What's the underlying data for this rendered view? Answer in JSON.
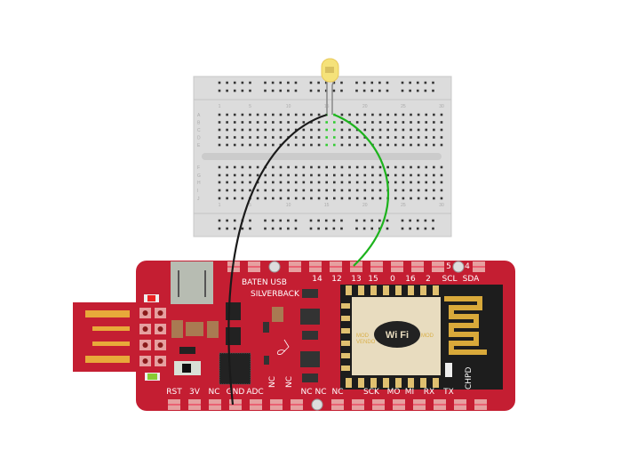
{
  "colors": {
    "board": "#c41e32",
    "breadboard": "#dcdcdc",
    "wire_gnd": "#1a1a1a",
    "wire_signal": "#1db31d",
    "led": "#f5e27a"
  },
  "breadboard": {
    "column_labels": [
      "1",
      "5",
      "10",
      "15",
      "20",
      "25",
      "30"
    ],
    "row_labels_top": [
      "A",
      "B",
      "C",
      "D",
      "E"
    ],
    "row_labels_bottom": [
      "F",
      "G",
      "H",
      "I",
      "J"
    ]
  },
  "board": {
    "title": "BATEN USB",
    "subtitle": "SILVERBACK",
    "top_pins": [
      "14",
      "12",
      "13",
      "15",
      "0",
      "16",
      "2",
      "SCL",
      "SDA"
    ],
    "top_small": [
      "5",
      "4"
    ],
    "bottom_pins": [
      "RST",
      "3V",
      "NC",
      "GND",
      "ADC",
      "NC",
      "NC",
      "NC",
      "NC",
      "NC",
      "SCK",
      "MO",
      "MI",
      "RX",
      "TX",
      "CHPD"
    ],
    "module_logo": "Wi Fi",
    "module_text": [
      "MOD",
      "VENDO",
      "MOD"
    ]
  },
  "connections": [
    {
      "from": "LED cathode (breadboard A15)",
      "to": "GND",
      "wire": "black"
    },
    {
      "from": "LED anode (breadboard A16)",
      "to": "13",
      "wire": "green"
    }
  ]
}
